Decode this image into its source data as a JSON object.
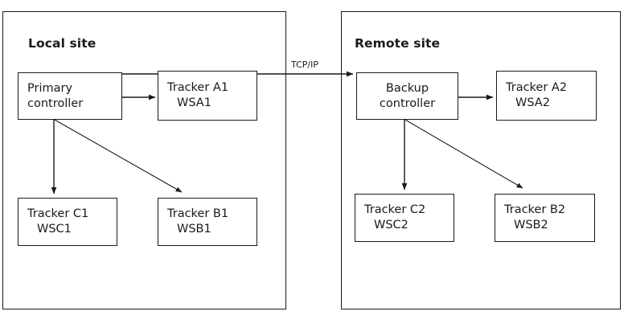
{
  "diagram": {
    "title_local": "Local site",
    "title_remote": "Remote site",
    "link_label": "TCP/IP",
    "stroke_color": "#1a1a1a",
    "background_color": "#ffffff"
  },
  "sites": [
    {
      "id": "local",
      "label": "Local site",
      "nodes": [
        {
          "id": "primary-controller",
          "line1": "Primary",
          "line2": "controller"
        },
        {
          "id": "tracker-a1",
          "line1": "Tracker A1",
          "line2": "WSA1"
        },
        {
          "id": "tracker-c1",
          "line1": "Tracker C1",
          "line2": "WSC1"
        },
        {
          "id": "tracker-b1",
          "line1": "Tracker B1",
          "line2": "WSB1"
        }
      ]
    },
    {
      "id": "remote",
      "label": "Remote site",
      "nodes": [
        {
          "id": "backup-controller",
          "line1": "Backup",
          "line2": "controller"
        },
        {
          "id": "tracker-a2",
          "line1": "Tracker A2",
          "line2": "WSA2"
        },
        {
          "id": "tracker-c2",
          "line1": "Tracker C2",
          "line2": "WSC2"
        },
        {
          "id": "tracker-b2",
          "line1": "Tracker B2",
          "line2": "WSB2"
        }
      ]
    }
  ],
  "connections": [
    {
      "id": "primary-to-trackera1",
      "from": "primary-controller",
      "to": "tracker-a1",
      "label": ""
    },
    {
      "id": "primary-to-trackerc1",
      "from": "primary-controller",
      "to": "tracker-c1",
      "label": ""
    },
    {
      "id": "primary-to-trackerb1",
      "from": "primary-controller",
      "to": "tracker-b1",
      "label": ""
    },
    {
      "id": "primary-to-backup",
      "from": "primary-controller",
      "to": "backup-controller",
      "label": "TCP/IP"
    },
    {
      "id": "backup-to-trackera2",
      "from": "backup-controller",
      "to": "tracker-a2",
      "label": ""
    },
    {
      "id": "backup-to-trackerc2",
      "from": "backup-controller",
      "to": "tracker-c2",
      "label": ""
    },
    {
      "id": "backup-to-trackerb2",
      "from": "backup-controller",
      "to": "tracker-b2",
      "label": ""
    }
  ]
}
